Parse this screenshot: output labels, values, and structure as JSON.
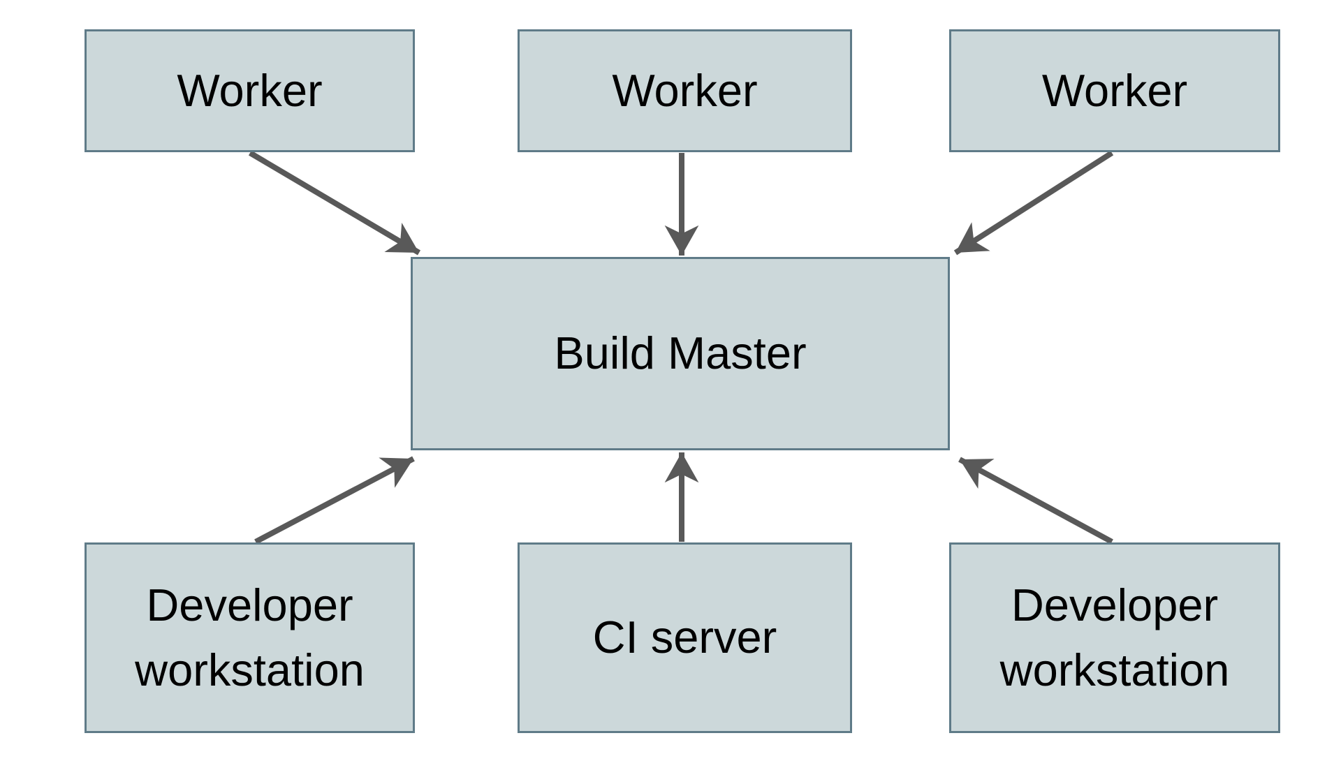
{
  "colors": {
    "background": "#ffffff",
    "node_fill": "#ccd8da",
    "node_border": "#5f7b88",
    "arrow": "#595959",
    "label": "#000000"
  },
  "nodes": [
    {
      "id": "worker-1",
      "label": "Worker"
    },
    {
      "id": "worker-2",
      "label": "Worker"
    },
    {
      "id": "worker-3",
      "label": "Worker"
    },
    {
      "id": "build-master",
      "label": "Build Master"
    },
    {
      "id": "developer-workstation-left",
      "label": "Developer workstation"
    },
    {
      "id": "ci-server",
      "label": "CI server"
    },
    {
      "id": "developer-workstation-right",
      "label": "Developer workstation"
    }
  ],
  "edges": [
    {
      "from": "worker-1",
      "to": "build-master"
    },
    {
      "from": "worker-2",
      "to": "build-master"
    },
    {
      "from": "worker-3",
      "to": "build-master"
    },
    {
      "from": "developer-workstation-left",
      "to": "build-master"
    },
    {
      "from": "ci-server",
      "to": "build-master"
    },
    {
      "from": "developer-workstation-right",
      "to": "build-master"
    }
  ]
}
